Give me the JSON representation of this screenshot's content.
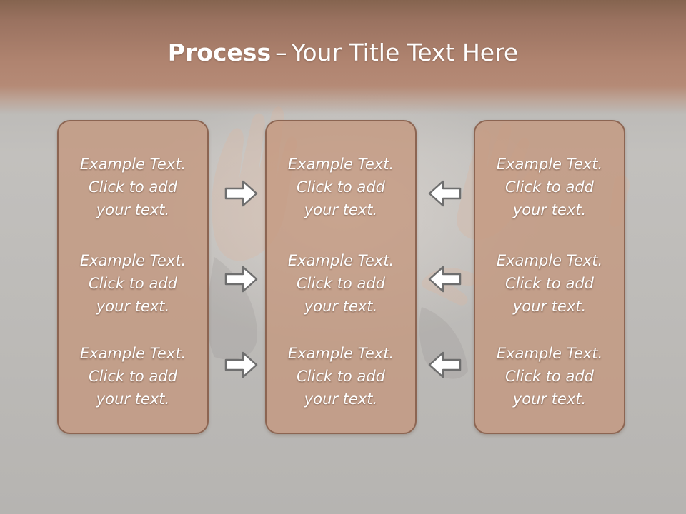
{
  "title": {
    "bold": "Process",
    "separator": "–",
    "rest": "Your Title Text Here"
  },
  "colors": {
    "title_band": "#b08470",
    "box_fill": "#c4977e",
    "box_border": "#8c6552",
    "arrow_fill": "#ffffff",
    "arrow_stroke": "#6e6e6e"
  },
  "columns": [
    {
      "items": [
        {
          "line1": "Example Text.",
          "line2": "Click  to add",
          "line3": "your text."
        },
        {
          "line1": "Example Text.",
          "line2": "Click  to add",
          "line3": "your text."
        },
        {
          "line1": "Example Text.",
          "line2": "Click  to add",
          "line3": "your text."
        }
      ]
    },
    {
      "items": [
        {
          "line1": "Example Text.",
          "line2": "Click  to add",
          "line3": "your text."
        },
        {
          "line1": "Example Text.",
          "line2": "Click  to add",
          "line3": "your text."
        },
        {
          "line1": "Example Text.",
          "line2": "Click  to add",
          "line3": "your text."
        }
      ]
    },
    {
      "items": [
        {
          "line1": "Example Text.",
          "line2": "Click  to add",
          "line3": "your text."
        },
        {
          "line1": "Example Text.",
          "line2": "Click  to add",
          "line3": "your text."
        },
        {
          "line1": "Example Text.",
          "line2": "Click  to add",
          "line3": "your text."
        }
      ]
    }
  ],
  "arrows": {
    "left_group": "right-arrow-icon",
    "right_group": "left-arrow-icon"
  }
}
